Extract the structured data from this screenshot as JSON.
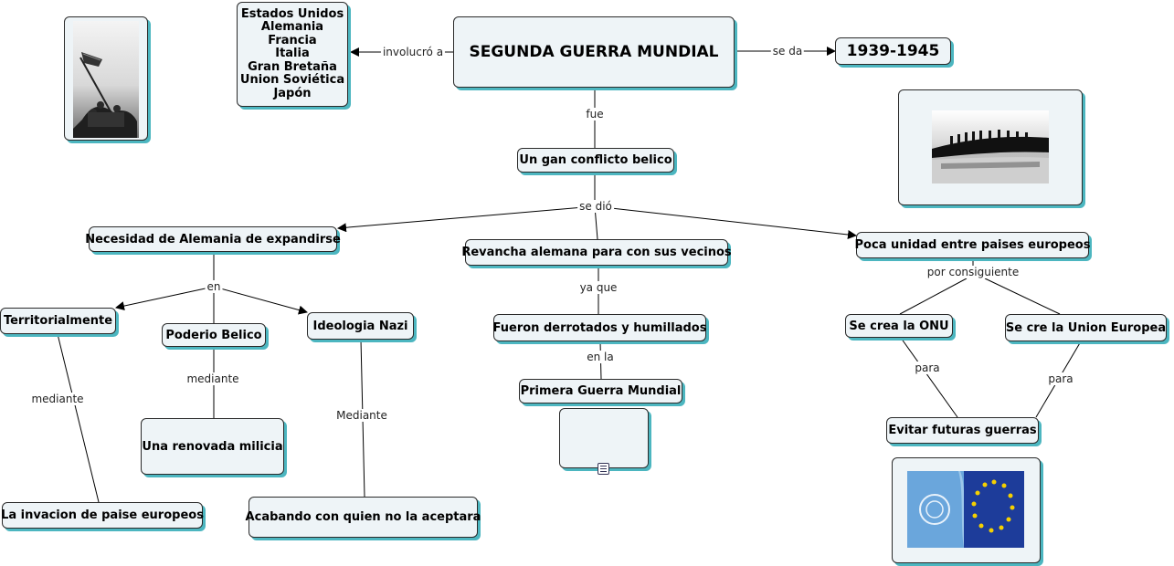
{
  "central": "SEGUNDA GUERRA MUNDIAL",
  "years": "1939-1945",
  "countries": [
    "Estados Unidos",
    "Alemania",
    "Francia",
    "Italia",
    "Gran Bretaña",
    "Union Soviética",
    "Japón"
  ],
  "links": {
    "involucro": "involucró a",
    "se_da": "se da",
    "fue": "fue",
    "se_dio": "se dió",
    "en": "en",
    "mediante1": "mediante",
    "mediante2": "mediante",
    "mediante3": "Mediante",
    "ya_que": "ya que",
    "en_la": "en la",
    "por_consiguiente": "por consiguiente",
    "para1": "para",
    "para2": "para"
  },
  "nodes": {
    "conflicto": "Un gan conflicto belico",
    "necesidad": "Necesidad de Alemania de expandirse",
    "revancha": "Revancha alemana para con sus vecinos",
    "poca_unidad": "Poca unidad entre paises europeos",
    "territorialmente": "Territorialmente",
    "poderio": "Poderio Belico",
    "ideologia": "Ideologia Nazi",
    "derrotados": "Fueron derrotados y humillados",
    "primera_guerra": "Primera Guerra Mundial",
    "onu": "Se crea la ONU",
    "union_europea": "Se cre la Union Europea",
    "milicia": "Una renovada milicia",
    "invasion": "La invacion de paise europeos",
    "acabando": "Acabando con quien no la aceptara",
    "evitar": "Evitar futuras guerras"
  },
  "colors": {
    "node_fill": "#eef4f7",
    "node_shadow": "#4cb6c0",
    "line": "#000000",
    "un_blue": "#5b9bd5",
    "eu_blue": "#1d3c9a",
    "eu_star": "#f5d000"
  },
  "icons": [
    "flag-raising-photo",
    "soldiers-silhouette-photo",
    "un-eu-flags-photo",
    "resource-document-icon"
  ]
}
